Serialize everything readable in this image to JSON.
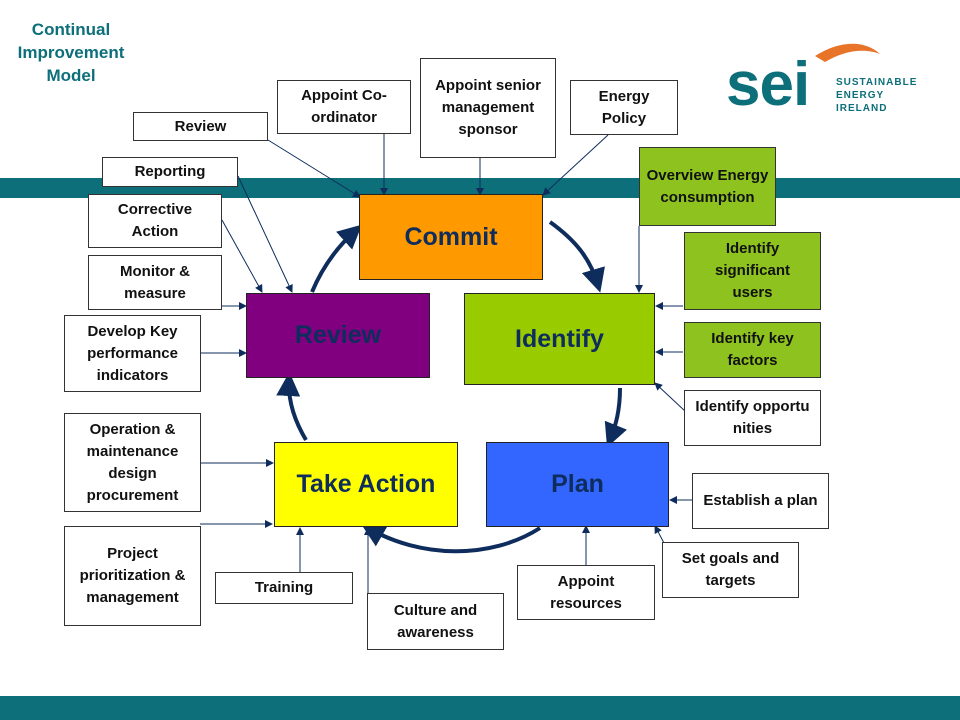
{
  "title": {
    "line1": "Continual",
    "line2": "Improvement",
    "line3": "Model"
  },
  "logo": {
    "wordmark": "sei",
    "line1": "SUSTAINABLE",
    "line2": "ENERGY",
    "line3": "IRELAND"
  },
  "colors": {
    "brand": "#0c6f7a",
    "commit": "#ff9900",
    "identify": "#99cc00",
    "plan": "#3366ff",
    "take_action": "#ffff00",
    "review": "#800080",
    "green_box": "#8dc21f",
    "arrow": "#0e2d5c"
  },
  "stages": {
    "commit": "Commit",
    "identify": "Identify",
    "plan": "Plan",
    "take_action": "Take Action",
    "review": "Review"
  },
  "inputs": {
    "appoint_coordinator": "Appoint Co-ordinator",
    "appoint_sponsor": "Appoint senior management sponsor",
    "energy_policy": "Energy Policy",
    "overview_energy": "Overview Energy consumption",
    "identify_users": "Identify significant users",
    "identify_factors": "Identify key factors",
    "identify_opportunities": "Identify opportunities",
    "establish_plan": "Establish a plan",
    "set_goals": "Set goals and targets",
    "appoint_resources": "Appoint resources",
    "culture": "Culture and awareness",
    "training": "Training",
    "project_prioritization": "Project prioritization & management",
    "operation_maintenance": "Operation & maintenance design procurement",
    "develop_kpi": "Develop Key performance indicators",
    "monitor_measure": "Monitor & measure",
    "corrective_action": "Corrective Action",
    "reporting": "Reporting",
    "review": "Review"
  }
}
